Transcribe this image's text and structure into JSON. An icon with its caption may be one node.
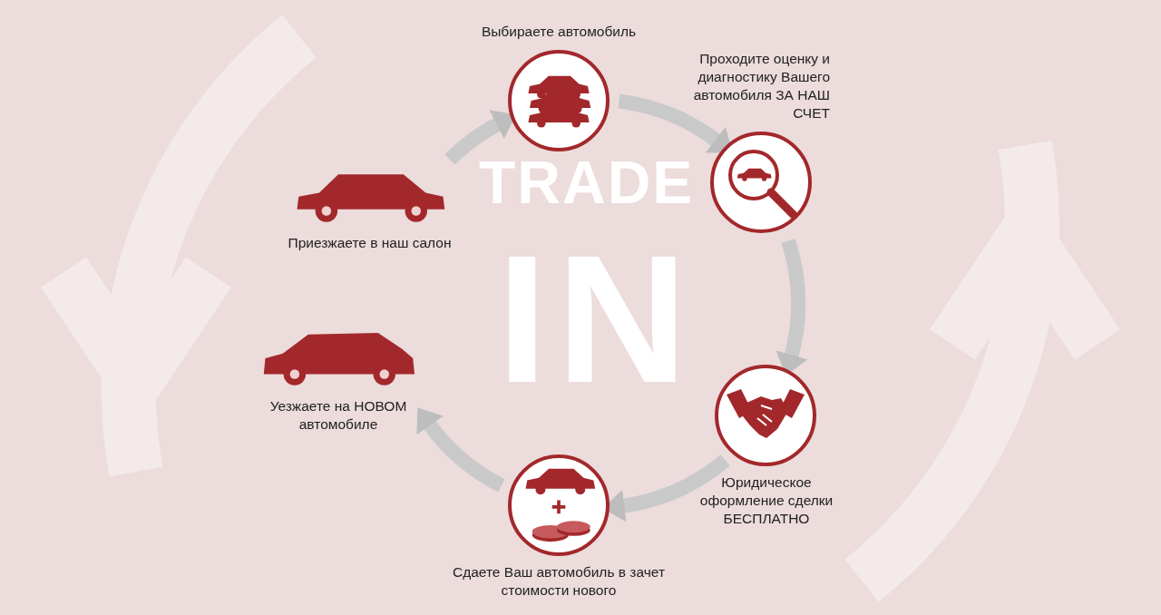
{
  "diagram": {
    "nodes": [
      {
        "text": [
          "Приезжаете в наш салон"
        ]
      },
      {
        "text": [
          "Выбираете автомобиль"
        ]
      },
      {
        "text": [
          "Проходите оценку и диагностику Вашего автомобиля ЗА НАШ СЧЕТ"
        ]
      },
      {
        "text": [
          "Юридическое оформление сделки БЕСПЛАТНО"
        ]
      },
      {
        "text": [
          "Сдаете Ваш автомобиль в зачет стоимости нового"
        ]
      },
      {
        "text": [
          "Уезжаете на НОВОМ автомобиле"
        ]
      }
    ],
    "edges": [
      {
        "from": 0,
        "to": 1,
        "arrow": "to"
      },
      {
        "from": 1,
        "to": 2,
        "arrow": "to"
      },
      {
        "from": 2,
        "to": 3,
        "arrow": "to"
      },
      {
        "from": 3,
        "to": 4,
        "arrow": "to"
      },
      {
        "from": 4,
        "to": 5,
        "arrow": "to"
      }
    ],
    "labels": [
      "TRADE",
      "IN"
    ]
  }
}
